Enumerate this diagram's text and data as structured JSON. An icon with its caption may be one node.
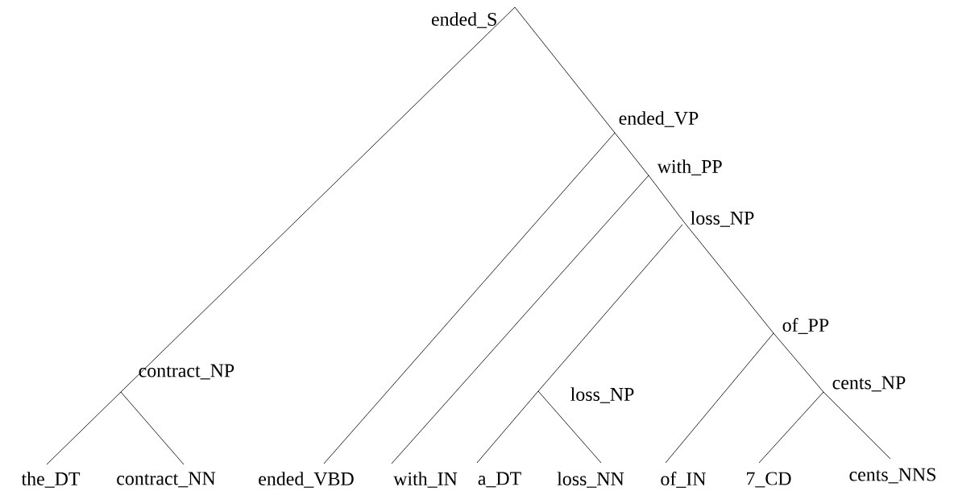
{
  "diagram": {
    "nodes": [
      {
        "text": [
          "ended_S"
        ]
      },
      {
        "text": [
          "ended_VP"
        ]
      },
      {
        "text": [
          "with_PP"
        ]
      },
      {
        "text": [
          "loss_NP"
        ]
      },
      {
        "text": [
          "of_PP"
        ]
      },
      {
        "text": [
          "contract_NP"
        ]
      },
      {
        "text": [
          "cents_NP"
        ]
      },
      {
        "text": [
          "loss_NP"
        ]
      },
      {
        "text": [
          "the_DT"
        ]
      },
      {
        "text": [
          "contract_NN"
        ]
      },
      {
        "text": [
          "ended_VBD"
        ]
      },
      {
        "text": [
          "with_IN"
        ]
      },
      {
        "text": [
          "a_DT"
        ]
      },
      {
        "text": [
          "loss_NN"
        ]
      },
      {
        "text": [
          "of_IN"
        ]
      },
      {
        "text": [
          "7_CD"
        ]
      },
      {
        "text": [
          "cents_NNS"
        ]
      }
    ],
    "edges": [
      {
        "from": 0,
        "to": 5,
        "arrow": "none"
      },
      {
        "from": 0,
        "to": 1,
        "arrow": "none"
      },
      {
        "from": 1,
        "to": 10,
        "arrow": "none"
      },
      {
        "from": 1,
        "to": 2,
        "arrow": "none"
      },
      {
        "from": 2,
        "to": 11,
        "arrow": "none"
      },
      {
        "from": 2,
        "to": 3,
        "arrow": "none"
      },
      {
        "from": 3,
        "to": 7,
        "arrow": "none"
      },
      {
        "from": 3,
        "to": 4,
        "arrow": "none"
      },
      {
        "from": 5,
        "to": 8,
        "arrow": "none"
      },
      {
        "from": 5,
        "to": 9,
        "arrow": "none"
      },
      {
        "from": 7,
        "to": 12,
        "arrow": "none"
      },
      {
        "from": 7,
        "to": 13,
        "arrow": "none"
      },
      {
        "from": 4,
        "to": 14,
        "arrow": "none"
      },
      {
        "from": 4,
        "to": 6,
        "arrow": "none"
      },
      {
        "from": 6,
        "to": 15,
        "arrow": "none"
      },
      {
        "from": 6,
        "to": 16,
        "arrow": "none"
      }
    ]
  }
}
